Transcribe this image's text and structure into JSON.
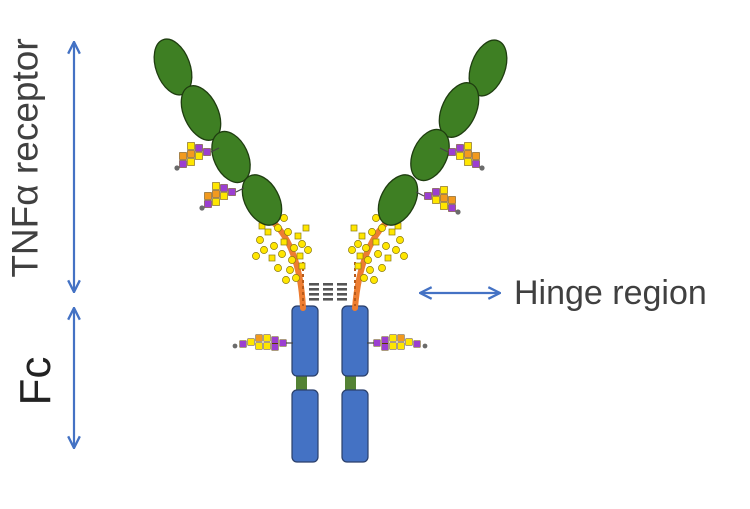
{
  "labels": {
    "tnf_receptor": "TNFα receptor",
    "fc": "Fc",
    "hinge_region": "Hinge region"
  },
  "colors": {
    "arrow": "#4472C4",
    "receptor_domain": "#3E7F23",
    "fc_domain": "#4472C4",
    "hinge_linker": "#ED7D31",
    "fc_linker": "#548235",
    "glycan_purple": "#9B3FD1",
    "glycan_yellow": "#FFE600",
    "glycan_orange": "#F29A1F",
    "disulfide": "#555555"
  },
  "icons": {
    "arrow": "double-headed-arrow-icon",
    "glycan": "glycan-chain-icon"
  }
}
